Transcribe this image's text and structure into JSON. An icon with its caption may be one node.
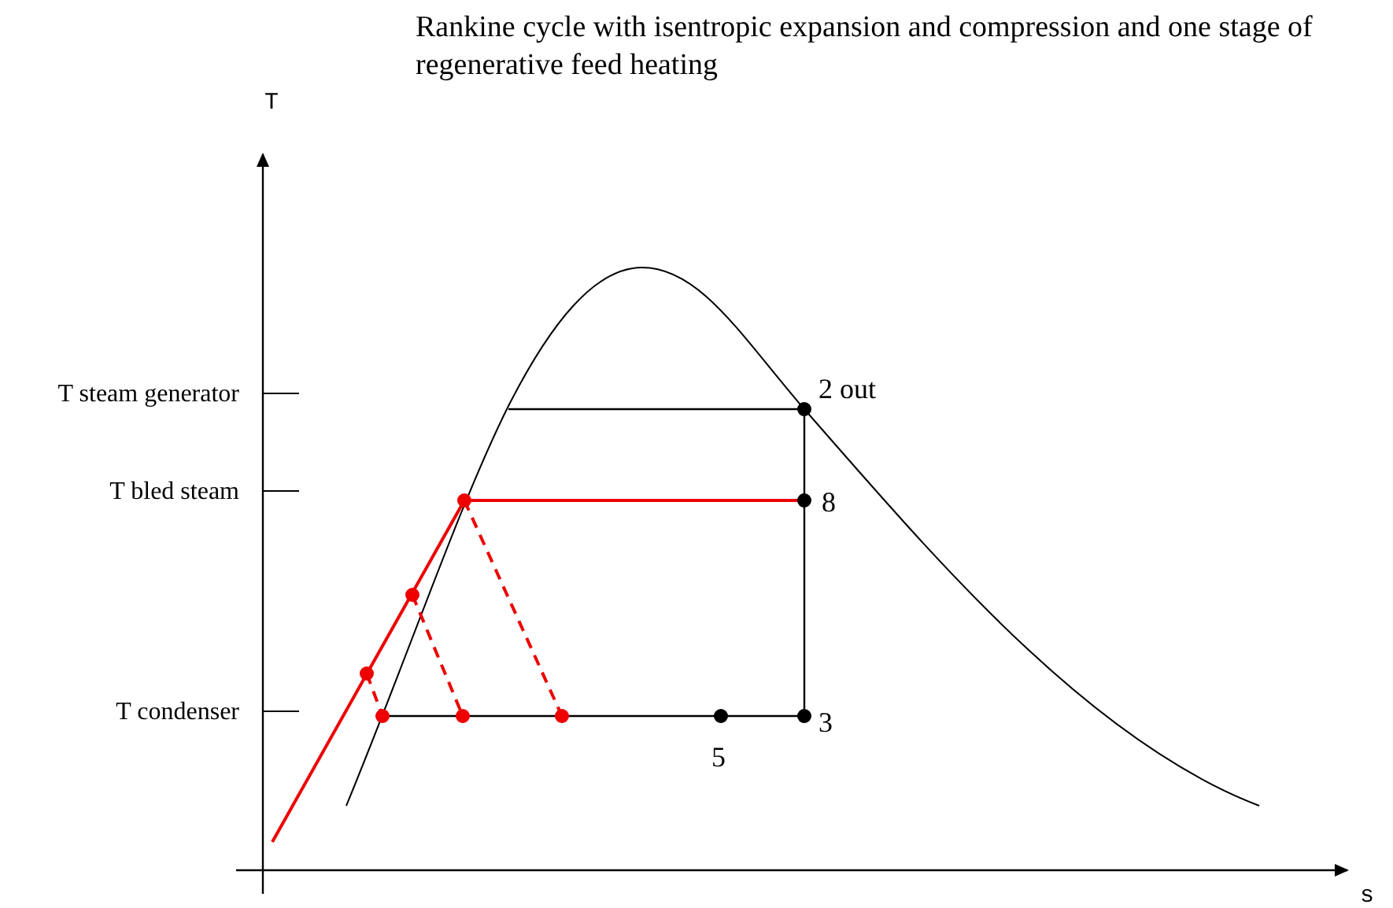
{
  "diagram": {
    "title": "Rankine cycle with isentropic expansion and compression and one stage of regenerative feed heating",
    "labels": [
      "T",
      "T steam generator",
      "T bled steam",
      "T condenser",
      "2 out",
      "8",
      "3",
      "5",
      "s"
    ]
  }
}
